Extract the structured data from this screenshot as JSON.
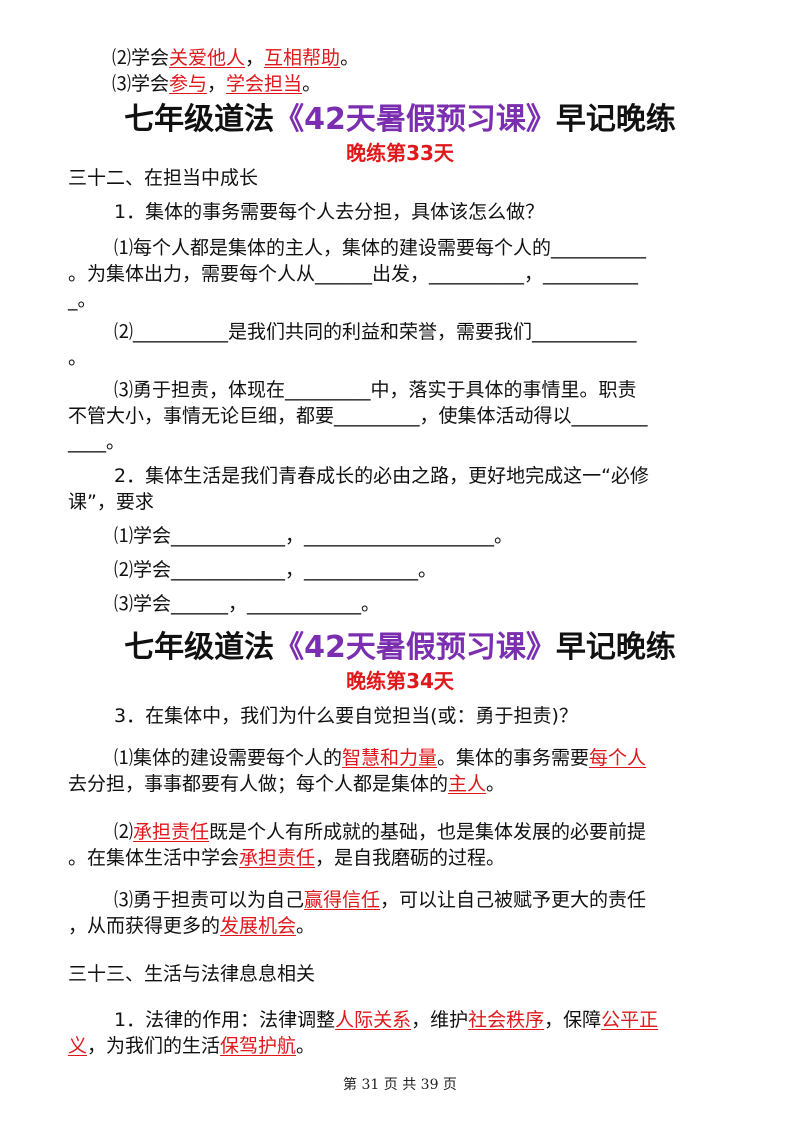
{
  "top": {
    "l2": {
      "pre": "⑵学会",
      "a1": "关爱他人",
      "sep": "，",
      "a2": "互相帮助",
      "end": "。"
    },
    "l3": {
      "pre": "⑶学会",
      "a1": "参与",
      "sep": "，",
      "a2": "学会担当",
      "end": "。"
    }
  },
  "sec33": {
    "title_pre": "七年级道法",
    "title_mid": "《42天暑假预习课》",
    "title_post": "早记晚练",
    "subtitle": "晚练第33天",
    "heading": "三十二、在担当中成长",
    "q1": "1．集体的事务需要每个人去分担，具体该怎么做？",
    "q1_1a": "⑴每个人都是集体的主人，集体的建设需要每个人的__________",
    "q1_1b": "。为集体出力，需要每个人从______出发，__________，__________",
    "q1_1c": "_。",
    "q1_2a": "⑵__________是我们共同的利益和荣誉，需要我们___________",
    "q1_2b": "。",
    "q1_3a": "⑶勇于担责，体现在_________中，落实于具体的事情里。职责",
    "q1_3b": "不管大小，事情无论巨细，都要_________，使集体活动得以________",
    "q1_3c": "____。",
    "q2a": "2．集体生活是我们青春成长的必由之路，更好地完成这一“必修",
    "q2b": "课”，要求",
    "q2_1": "⑴学会____________，____________________。",
    "q2_2": "⑵学会____________，____________。",
    "q2_3": "⑶学会______，____________。"
  },
  "sec34": {
    "title_pre": "七年级道法",
    "title_mid": "《42天暑假预习课》",
    "title_post": "早记晚练",
    "subtitle": "晚练第34天",
    "q3": "3．在集体中，我们为什么要自觉担当(或：勇于担责)？",
    "p1": {
      "t1": "⑴集体的建设需要每个人的",
      "a1": "智慧和力量",
      "t2": "。集体的事务需要",
      "a2": "每个人",
      "t3": "去分担，事事都要有人做；每个人都是集体的",
      "a3": "主人",
      "t4": "。"
    },
    "p2": {
      "t1": "⑵",
      "a1": "承担责任",
      "t2": "既是个人有所成就的基础，也是集体发展的必要前提",
      "t3": "。在集体生活中学会",
      "a2": "承担责任",
      "t4": "，是自我磨砺的过程。"
    },
    "p3": {
      "t1": "⑶勇于担责可以为自己",
      "a1": "赢得信任",
      "t2": "，可以让自己被赋予更大的责任",
      "t3": "，从而获得更多的",
      "a2": "发展机会",
      "t4": "。"
    },
    "heading": "三十三、生活与法律息息相关",
    "law": {
      "t1": "1．法律的作用：法律调整",
      "a1": "人际关系",
      "t2": "，维护",
      "a2": "社会秩序",
      "t3": "，保障",
      "a3": "公平正",
      "a3b": "义",
      "t4": "，为我们的生活",
      "a4": "保驾护航",
      "t5": "。"
    }
  },
  "footer": "第 31 页 共 39 页"
}
